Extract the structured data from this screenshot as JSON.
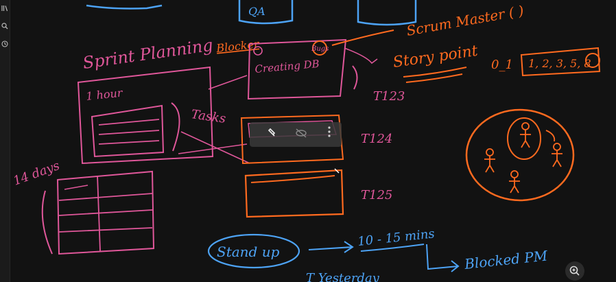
{
  "toolbar": {
    "icons": [
      "library-icon",
      "search-icon",
      "history-icon"
    ]
  },
  "colors": {
    "background": "#121212",
    "pink": "#e0579a",
    "orange": "#ff6a1f",
    "blue": "#4da3f5",
    "toolbar": "#1b1b1b",
    "icon": "#bdbdbd"
  },
  "board": {
    "top": {
      "qa": "QA"
    },
    "sprint": {
      "title": "Sprint Planning",
      "duration": "1 hour",
      "days": "14 days",
      "tasks": "Tasks"
    },
    "blocker": {
      "label": "Blocker",
      "task_text": "Creating DB",
      "bubble": "Bugs"
    },
    "story": {
      "label": "Story point",
      "scale_prefix": "0_1",
      "scale": "1, 2, 3, 5, 8"
    },
    "scrum_master": "Scrum Master ( )",
    "tickets": [
      "T123",
      "T124",
      "T125"
    ],
    "standup": {
      "label": "Stand up",
      "duration": "10 - 15 mins",
      "blocked": "Blocked PM",
      "partial": "T Yesterday"
    },
    "zoom_icon": "zoom-in-icon"
  }
}
